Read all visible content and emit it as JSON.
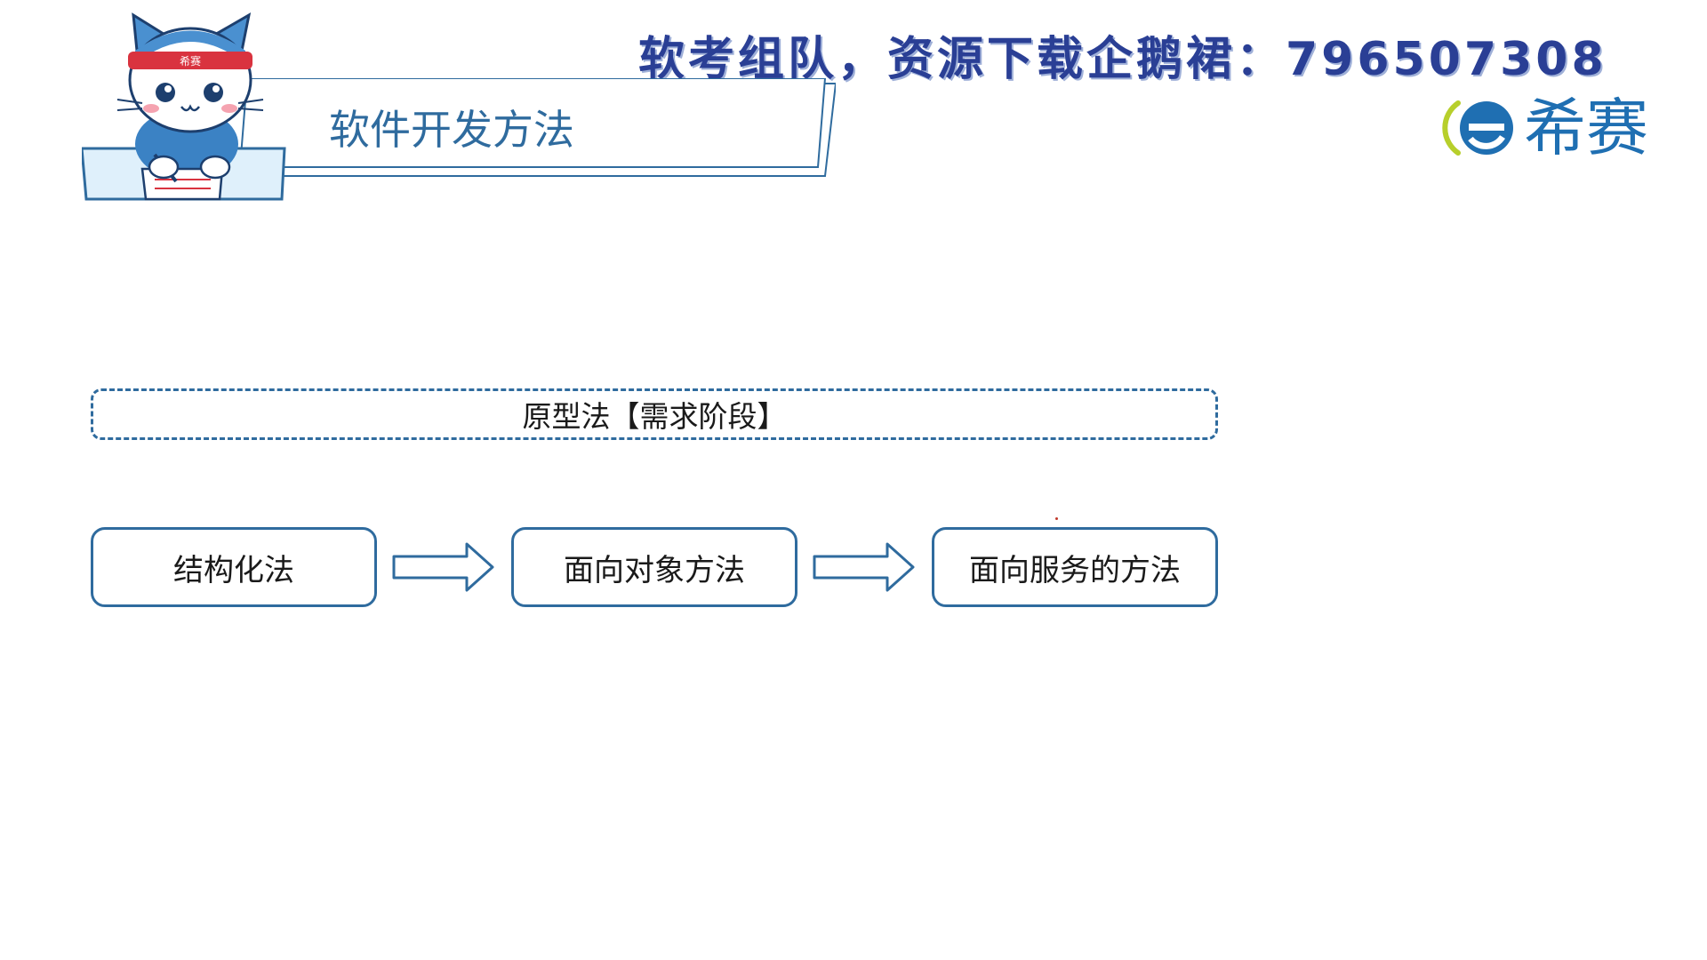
{
  "banner": {
    "text": "软考组队，资源下载企鹅裙：796507308"
  },
  "logo": {
    "text": "希赛",
    "mascot_badge": "希赛"
  },
  "header": {
    "title": "软件开发方法"
  },
  "diagram": {
    "prototype_label": "原型法【需求阶段】",
    "methods": [
      {
        "label": "结构化法"
      },
      {
        "label": "面向对象方法"
      },
      {
        "label": "面向服务的方法"
      }
    ]
  },
  "colors": {
    "accent": "#2f6b9e",
    "banner": "#2a3f95",
    "logo_blue": "#1f6fb2",
    "logo_green": "#b7cf2b"
  }
}
